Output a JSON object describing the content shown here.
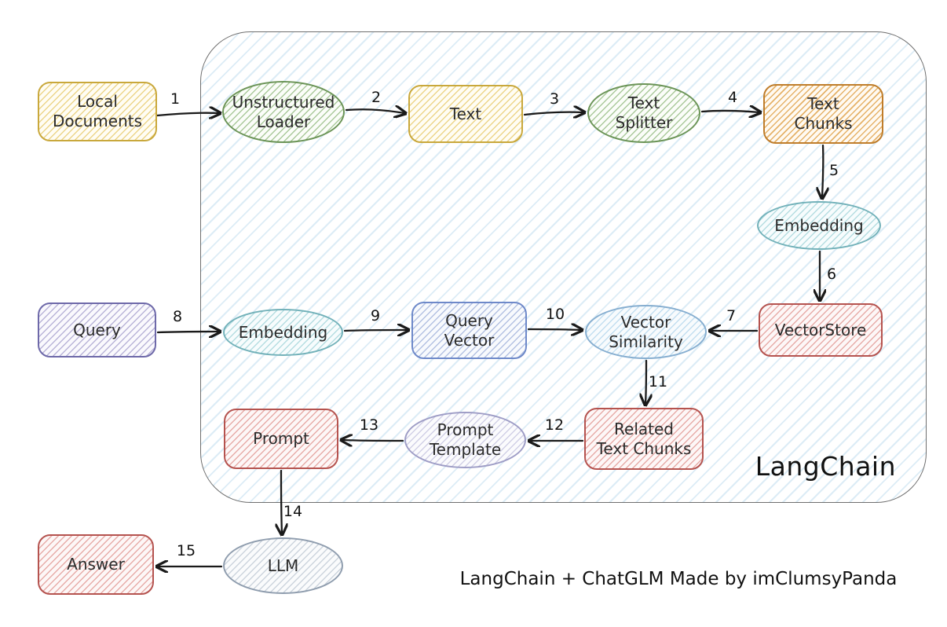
{
  "diagram": {
    "container_label": "LangChain",
    "caption": "LangChain + ChatGLM Made by imClumsyPanda"
  },
  "colors": {
    "yellow": "#c9a83c",
    "green": "#6b9457",
    "orange": "#bf7d2b",
    "teal": "#72b1b9",
    "red": "#b5534f",
    "purple": "#6e69a9",
    "blue": "#6e89c9",
    "lightblue": "#86aed0",
    "lavender": "#9e9dc6",
    "grayblue": "#8f9dae"
  },
  "nodes": {
    "local_documents": {
      "label": "Local\nDocuments",
      "shape": "rectangle",
      "color": "yellow"
    },
    "unstructured_loader": {
      "label": "Unstructured\nLoader",
      "shape": "ellipse",
      "color": "green"
    },
    "text": {
      "label": "Text",
      "shape": "rectangle",
      "color": "yellow"
    },
    "text_splitter": {
      "label": "Text\nSplitter",
      "shape": "ellipse",
      "color": "green"
    },
    "text_chunks": {
      "label": "Text\nChunks",
      "shape": "rectangle",
      "color": "orange"
    },
    "embedding_docs": {
      "label": "Embedding",
      "shape": "ellipse",
      "color": "teal"
    },
    "vectorstore": {
      "label": "VectorStore",
      "shape": "rectangle",
      "color": "red"
    },
    "vector_similarity": {
      "label": "Vector\nSimilarity",
      "shape": "ellipse",
      "color": "lightblue"
    },
    "query": {
      "label": "Query",
      "shape": "rectangle",
      "color": "purple"
    },
    "embedding_query": {
      "label": "Embedding",
      "shape": "ellipse",
      "color": "teal"
    },
    "query_vector": {
      "label": "Query\nVector",
      "shape": "rectangle",
      "color": "blue"
    },
    "related_text_chunks": {
      "label": "Related\nText Chunks",
      "shape": "rectangle",
      "color": "red"
    },
    "prompt_template": {
      "label": "Prompt\nTemplate",
      "shape": "ellipse",
      "color": "lavender"
    },
    "prompt": {
      "label": "Prompt",
      "shape": "rectangle",
      "color": "red"
    },
    "llm": {
      "label": "LLM",
      "shape": "ellipse",
      "color": "grayblue"
    },
    "answer": {
      "label": "Answer",
      "shape": "rectangle",
      "color": "red"
    }
  },
  "edges": {
    "e1": {
      "label": "1",
      "from": "local_documents",
      "to": "unstructured_loader"
    },
    "e2": {
      "label": "2",
      "from": "unstructured_loader",
      "to": "text"
    },
    "e3": {
      "label": "3",
      "from": "text",
      "to": "text_splitter"
    },
    "e4": {
      "label": "4",
      "from": "text_splitter",
      "to": "text_chunks"
    },
    "e5": {
      "label": "5",
      "from": "text_chunks",
      "to": "embedding_docs"
    },
    "e6": {
      "label": "6",
      "from": "embedding_docs",
      "to": "vectorstore"
    },
    "e7": {
      "label": "7",
      "from": "vectorstore",
      "to": "vector_similarity"
    },
    "e8": {
      "label": "8",
      "from": "query",
      "to": "embedding_query"
    },
    "e9": {
      "label": "9",
      "from": "embedding_query",
      "to": "query_vector"
    },
    "e10": {
      "label": "10",
      "from": "query_vector",
      "to": "vector_similarity"
    },
    "e11": {
      "label": "11",
      "from": "vector_similarity",
      "to": "related_text_chunks"
    },
    "e12": {
      "label": "12",
      "from": "related_text_chunks",
      "to": "prompt_template"
    },
    "e13": {
      "label": "13",
      "from": "prompt_template",
      "to": "prompt"
    },
    "e14": {
      "label": "14",
      "from": "prompt",
      "to": "llm"
    },
    "e15": {
      "label": "15",
      "from": "llm",
      "to": "answer"
    }
  }
}
